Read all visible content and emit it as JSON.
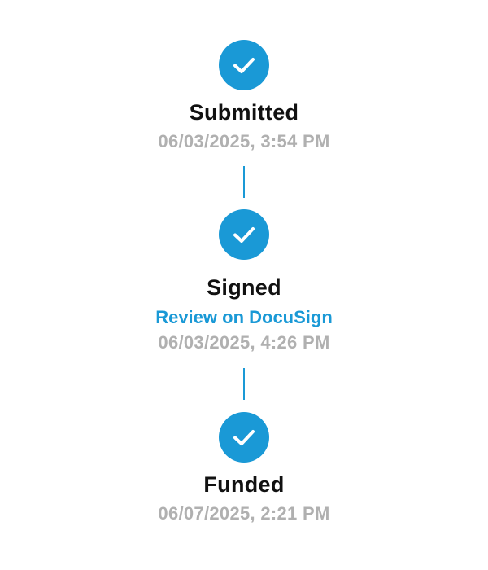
{
  "colors": {
    "accent": "#1a99d6",
    "title": "#111111",
    "timestamp": "#b0b0b0",
    "link": "#1a99d6"
  },
  "icon": "checkmark-icon",
  "steps": [
    {
      "title": "Submitted",
      "timestamp": "06/03/2025, 3:54 PM",
      "link": ""
    },
    {
      "title": "Signed",
      "link": "Review on DocuSign",
      "timestamp": "06/03/2025, 4:26 PM"
    },
    {
      "title": "Funded",
      "timestamp": "06/07/2025, 2:21 PM",
      "link": ""
    }
  ]
}
